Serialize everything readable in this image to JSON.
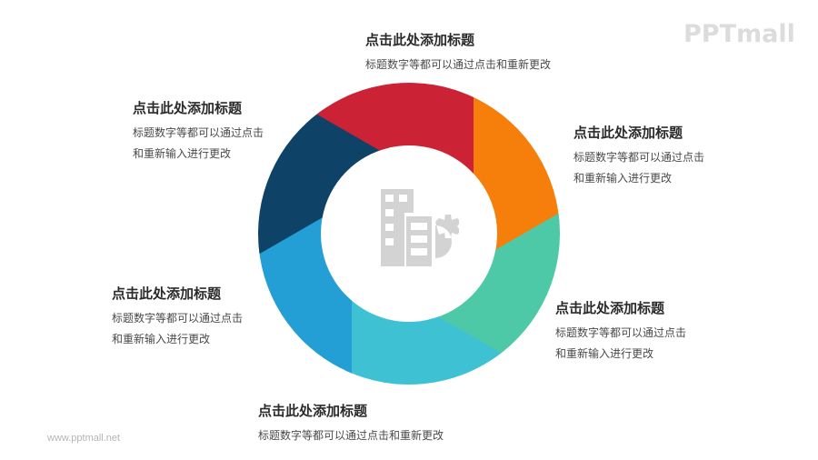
{
  "watermark": {
    "logo": "PPTmall",
    "url": "www.pptmall.net"
  },
  "center_icon": "building-gear-icon",
  "blocks": [
    {
      "id": "top",
      "title": "点击此处添加标题",
      "desc_lines": [
        "标题数字等都可以通过点击和重新更改"
      ]
    },
    {
      "id": "upper-right",
      "title": "点击此处添加标题",
      "desc_lines": [
        "标题数字等都可以通过点击",
        "和重新输入进行更改"
      ]
    },
    {
      "id": "lower-right",
      "title": "点击此处添加标题",
      "desc_lines": [
        "标题数字等都可以通过点击",
        "和重新输入进行更改"
      ]
    },
    {
      "id": "bottom",
      "title": "点击此处添加标题",
      "desc_lines": [
        "标题数字等都可以通过点击和重新更改"
      ]
    },
    {
      "id": "lower-left",
      "title": "点击此处添加标题",
      "desc_lines": [
        "标题数字等都可以通过点击",
        "和重新输入进行更改"
      ]
    },
    {
      "id": "upper-left",
      "title": "点击此处添加标题",
      "desc_lines": [
        "标题数字等都可以通过点击",
        "和重新输入进行更改"
      ]
    }
  ],
  "ring": {
    "segments": [
      {
        "name": "top",
        "color": "#F57F0A"
      },
      {
        "name": "upper-right",
        "color": "#4EC9A7"
      },
      {
        "name": "lower-right",
        "color": "#3DC1D3"
      },
      {
        "name": "bottom",
        "color": "#239FD5"
      },
      {
        "name": "lower-left",
        "color": "#0E4266"
      },
      {
        "name": "upper-left",
        "color": "#CC2236"
      }
    ]
  },
  "colors": {
    "icon": "#d3d3d3",
    "title": "#2b2b2b",
    "desc": "#4a4a4a"
  }
}
